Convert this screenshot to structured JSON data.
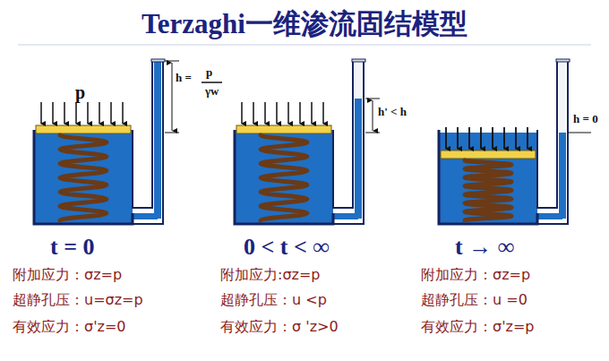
{
  "diagram": {
    "title": "Terzaghi一维渗流固结模型",
    "labels": [
      "p",
      "h =",
      "p",
      "γw",
      "h' < h",
      "h = 0",
      "t = 0",
      "0 < t < ∞",
      "t → ∞",
      "附加应力：σz=p",
      "超静孔压：u=σz=p",
      "有效应力：σ'z=0",
      "附加应力:σz=p",
      "超静孔压：u <p",
      "有效应力：σ 'z>0",
      "附加应力：σz=p",
      "超静孔压：u =0",
      "有效应力：σ'z=p"
    ]
  }
}
